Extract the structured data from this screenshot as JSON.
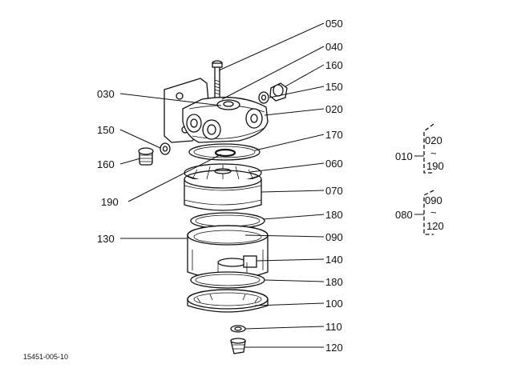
{
  "labels": {
    "l050": "050",
    "l040": "040",
    "l160a": "160",
    "l150a": "150",
    "l030": "030",
    "l020": "020",
    "l170": "170",
    "l150b": "150",
    "l160b": "160",
    "l060": "060",
    "l190": "190",
    "l070": "070",
    "l180a": "180",
    "l130": "130",
    "l090": "090",
    "l140": "140",
    "l180b": "180",
    "l100": "100",
    "l110": "110",
    "l120": "120"
  },
  "groups": {
    "g010": {
      "label": "010",
      "from": "020",
      "to": "190"
    },
    "g080": {
      "label": "080",
      "from": "090",
      "to": "120"
    }
  },
  "footer": {
    "code": "15451-005-10"
  }
}
